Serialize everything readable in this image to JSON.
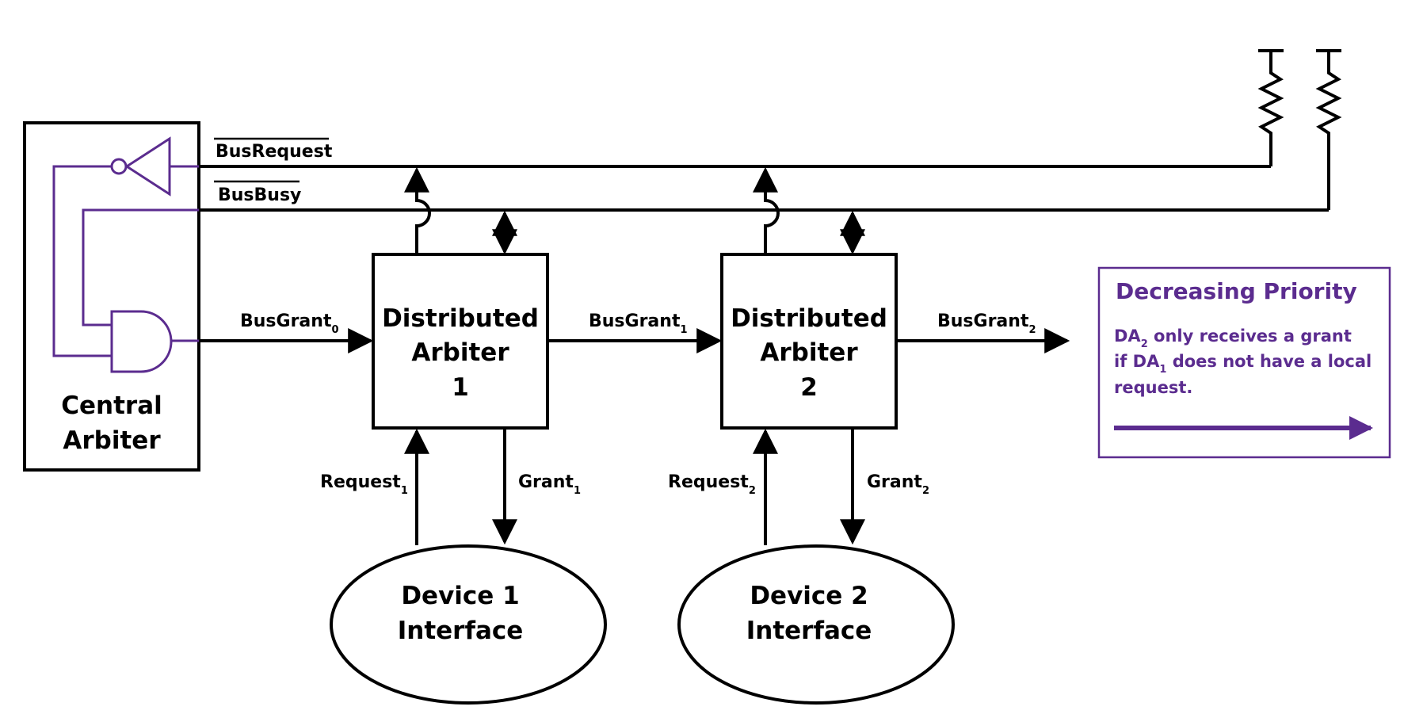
{
  "colors": {
    "line": "#000000",
    "accent": "#5b2c8f",
    "background": "#ffffff"
  },
  "central_arbiter": {
    "line1": "Central",
    "line2": "Arbiter"
  },
  "signals": {
    "bus_request": "BusRequest",
    "bus_busy": "BusBusy",
    "bus_grant_base": "BusGrant",
    "bus_grant_0_sub": "0",
    "bus_grant_1_sub": "1",
    "bus_grant_2_sub": "2"
  },
  "arbiters": [
    {
      "line1": "Distributed",
      "line2": "Arbiter",
      "line3": "1"
    },
    {
      "line1": "Distributed",
      "line2": "Arbiter",
      "line3": "2"
    }
  ],
  "devices": [
    {
      "line1": "Device 1",
      "line2": "Interface",
      "request": "Request",
      "grant": "Grant",
      "sub": "1"
    },
    {
      "line1": "Device 2",
      "line2": "Interface",
      "request": "Request",
      "grant": "Grant",
      "sub": "2"
    }
  ],
  "priority_box": {
    "title": "Decreasing Priority",
    "note_a": "DA",
    "note_a_sub": "2",
    "note_b": " only receives a grant",
    "note_c": "if DA",
    "note_c_sub": "1",
    "note_d": " does not have a local",
    "note_e": "request."
  }
}
